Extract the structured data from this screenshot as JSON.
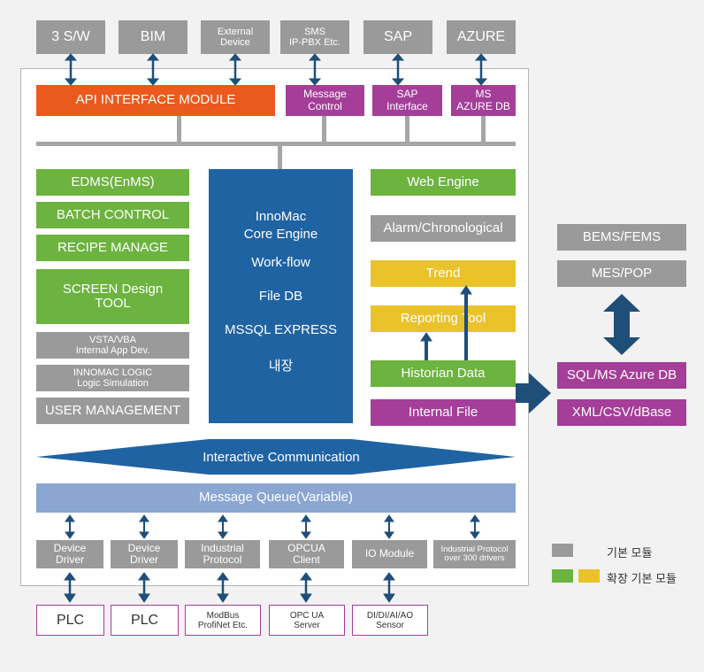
{
  "top_systems": [
    "3 S/W",
    "BIM",
    "External\nDevice",
    "SMS\nIP-PBX Etc.",
    "SAP",
    "AZURE"
  ],
  "api_row": {
    "api_interface_module": "API INTERFACE MODULE",
    "message_control": "Message\nControl",
    "sap_interface": "SAP\nInterface",
    "ms_azure_db": "MS\nAZURE DB"
  },
  "left_modules": {
    "edms": "EDMS(EnMS)",
    "batch_control": "BATCH CONTROL",
    "recipe_manage": "RECIPE MANAGE",
    "screen_design": "SCREEN Design\nTOOL",
    "vsta_vba": "VSTA/VBA\nInternal App Dev.",
    "innomac_logic": "INNOMAC LOGIC\nLogic Simulation",
    "user_management": "USER MANAGEMENT"
  },
  "core": {
    "title": "InnoMac\nCore Engine",
    "workflow": "Work-flow",
    "file_db": "File DB",
    "mssql": "MSSQL EXPRESS",
    "builtin": "내장"
  },
  "right_modules": {
    "web_engine": "Web Engine",
    "alarm": "Alarm/Chronological",
    "trend": "Trend",
    "reporting_tool": "Reporting Tool",
    "historian_data": "Historian Data",
    "internal_file": "Internal File"
  },
  "interactive_communication": "Interactive Communication",
  "message_queue": "Message Queue(Variable)",
  "drivers": [
    "Device\nDriver",
    "Device\nDriver",
    "Industrial\nProtocol",
    "OPCUA\nClient",
    "IO Module",
    "Industrial Protocol\nover 300 drivers"
  ],
  "field_devices": [
    "PLC",
    "PLC",
    "ModBus\nProfiNet Etc.",
    "OPC UA\nServer",
    "DI/DI/AI/AO\nSensor"
  ],
  "external_right": {
    "bems": "BEMS/FEMS",
    "mes": "MES/POP",
    "sql_azure": "SQL/MS Azure DB",
    "xml": "XML/CSV/dBase"
  },
  "legend": {
    "basic": "기본 모듈",
    "extended": "확장 기본 모듈"
  },
  "colors": {
    "gray": "#9a9a9a",
    "orange": "#ea5a1e",
    "purple": "#a43e98",
    "green": "#6cb33f",
    "yellow": "#eac22a",
    "blue": "#1f63a3",
    "light_blue": "#8aa6d1",
    "connector_arrow": "#1f4e79"
  }
}
